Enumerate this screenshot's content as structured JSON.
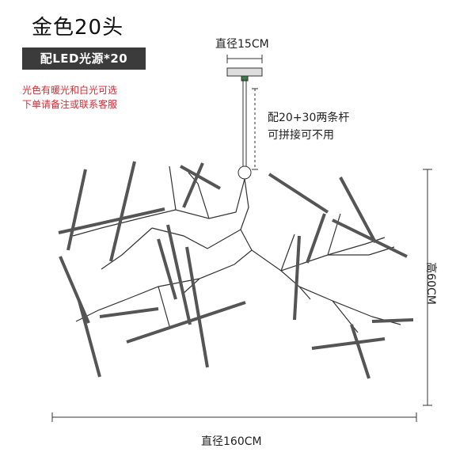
{
  "title": "金色20头",
  "badge": "配LED光源*20",
  "notes": {
    "line1": "光色有暖光和白光可选",
    "line2": "下单请备注或联系客服"
  },
  "dimensions": {
    "canopy_diameter": "直径15CM",
    "rods_line1": "配20+30两条杆",
    "rods_line2": "可拼接可不用",
    "height": "高60CM",
    "diameter": "直径160CM"
  },
  "colors": {
    "note_red": "#e0262e",
    "badge_bg": "#3b3b3b",
    "line": "#333333"
  }
}
